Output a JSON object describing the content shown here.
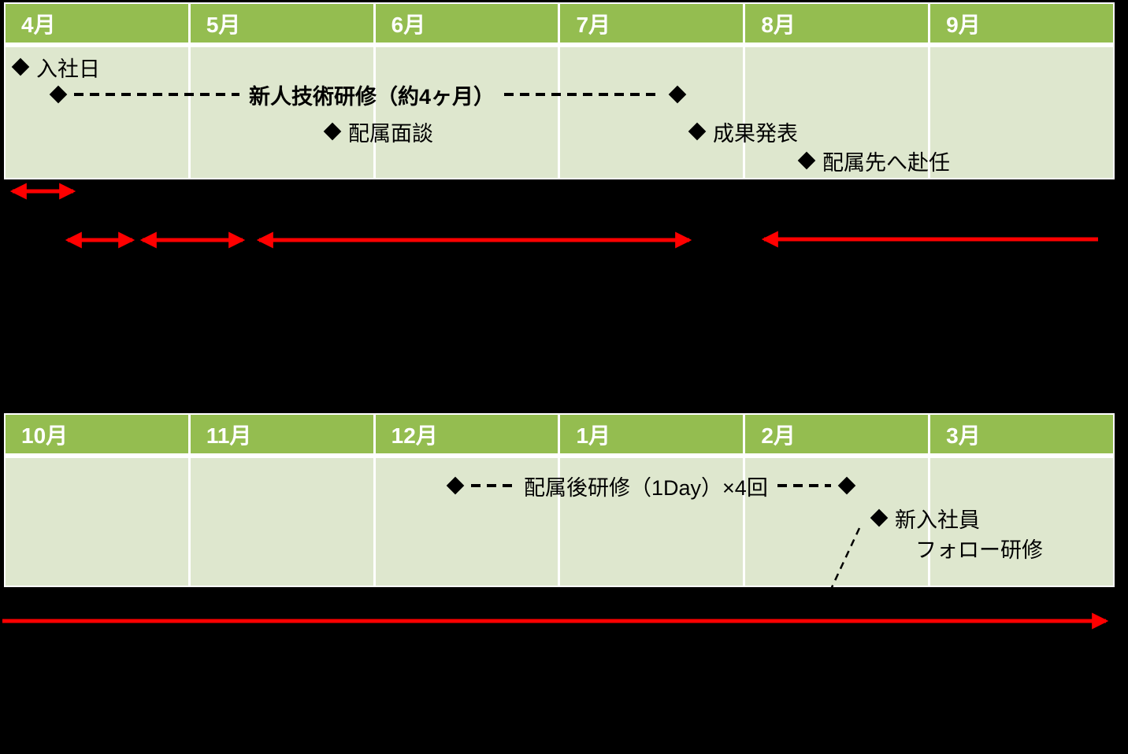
{
  "slide": {
    "background_color": "#000000",
    "arrow_red": "#FF0000",
    "table_header_green": "#94BD50",
    "table_body_green": "#DEE7CE",
    "first_half": {
      "months": [
        "4月",
        "5月",
        "6月",
        "7月",
        "8月",
        "9月"
      ],
      "milestones": {
        "joining_day": "入社日",
        "technical_training": "新人技術研修（約4ヶ月）",
        "assignment_interview": "配属面談",
        "results_presentation": "成果発表",
        "assignment_departure": "配属先へ赴任"
      }
    },
    "second_half": {
      "months": [
        "10月",
        "11月",
        "12月",
        "1月",
        "2月",
        "3月"
      ],
      "milestones": {
        "post_assignment_training": "配属後研修（1Day）×4回",
        "followup_training_line1": "新入社員",
        "followup_training_line2": "フォロー研修"
      }
    }
  }
}
